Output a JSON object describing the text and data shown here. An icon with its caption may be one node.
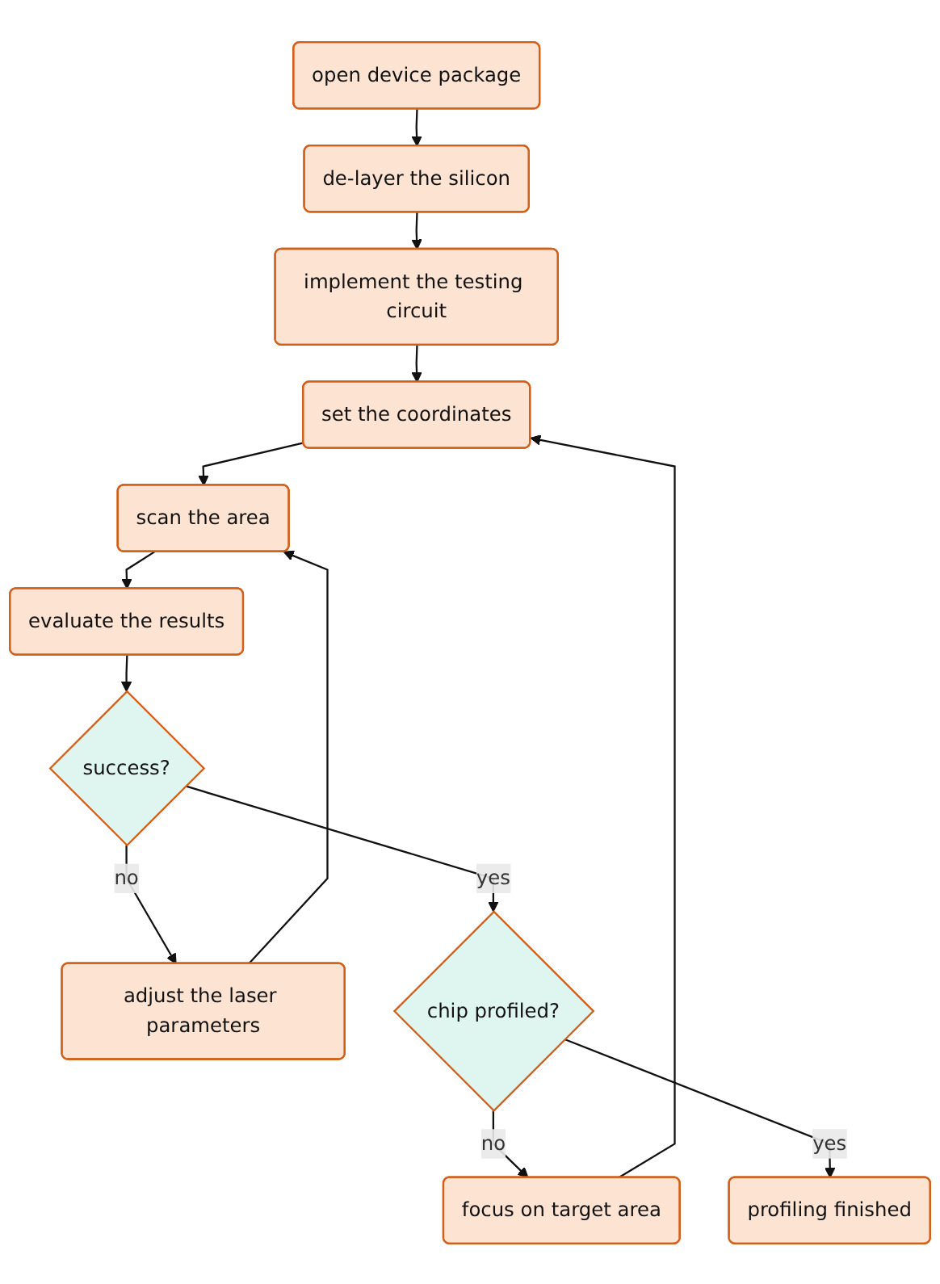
{
  "diagram": {
    "nodes": [
      {
        "text": [
          "open device package"
        ]
      },
      {
        "text": [
          "de-layer the silicon"
        ]
      },
      {
        "text": [
          "implement the testing circuit"
        ]
      },
      {
        "text": [
          "set the coordinates"
        ]
      },
      {
        "text": [
          "scan the area"
        ]
      },
      {
        "text": [
          "evaluate the results"
        ]
      },
      {
        "text": [
          "success?"
        ]
      },
      {
        "text": [
          "adjust the laser parameters"
        ]
      },
      {
        "text": [
          "chip profiled?"
        ]
      },
      {
        "text": [
          "focus on target area"
        ]
      },
      {
        "text": [
          "profiling finished"
        ]
      }
    ],
    "edges": [
      {
        "from": 0,
        "to": 1,
        "arrow": "to"
      },
      {
        "from": 1,
        "to": 2,
        "arrow": "to"
      },
      {
        "from": 2,
        "to": 3,
        "arrow": "to"
      },
      {
        "from": 3,
        "to": 4,
        "arrow": "to"
      },
      {
        "from": 4,
        "to": 5,
        "arrow": "to"
      },
      {
        "from": 5,
        "to": 6,
        "arrow": "to"
      },
      {
        "from": 6,
        "to": 7,
        "arrow": "to",
        "label": "no"
      },
      {
        "from": 7,
        "to": 4,
        "arrow": "to"
      },
      {
        "from": 6,
        "to": 8,
        "arrow": "to",
        "label": "yes"
      },
      {
        "from": 8,
        "to": 9,
        "arrow": "to",
        "label": "no"
      },
      {
        "from": 9,
        "to": 3,
        "arrow": "to"
      },
      {
        "from": 8,
        "to": 10,
        "arrow": "to",
        "label": "yes"
      }
    ]
  }
}
